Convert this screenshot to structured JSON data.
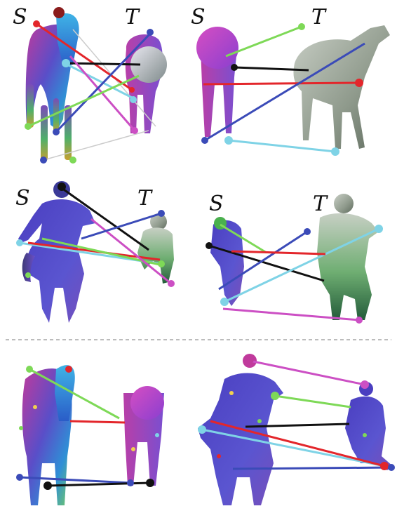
{
  "figure": {
    "panels": [
      {
        "id": "top-left",
        "source_label": "S",
        "target_label": "T"
      },
      {
        "id": "top-right",
        "source_label": "S",
        "target_label": "T"
      },
      {
        "id": "mid-left",
        "source_label": "S",
        "target_label": "T"
      },
      {
        "id": "mid-right",
        "source_label": "S",
        "target_label": "T"
      },
      {
        "id": "bottom-left",
        "source_label": "",
        "target_label": ""
      },
      {
        "id": "bottom-right",
        "source_label": "",
        "target_label": ""
      }
    ]
  },
  "colors": {
    "red": "#e3262b",
    "green": "#7ed957",
    "blue": "#3b4bb8",
    "cyan": "#7fd3e6",
    "magenta": "#cc4fc4",
    "black": "#111111",
    "gray": "#c8c8c8",
    "body_purple": "#6b4cc2",
    "body_blue": "#3f7fd0",
    "target_gray": "#9aa59a",
    "divider": "#7a7a7a"
  }
}
